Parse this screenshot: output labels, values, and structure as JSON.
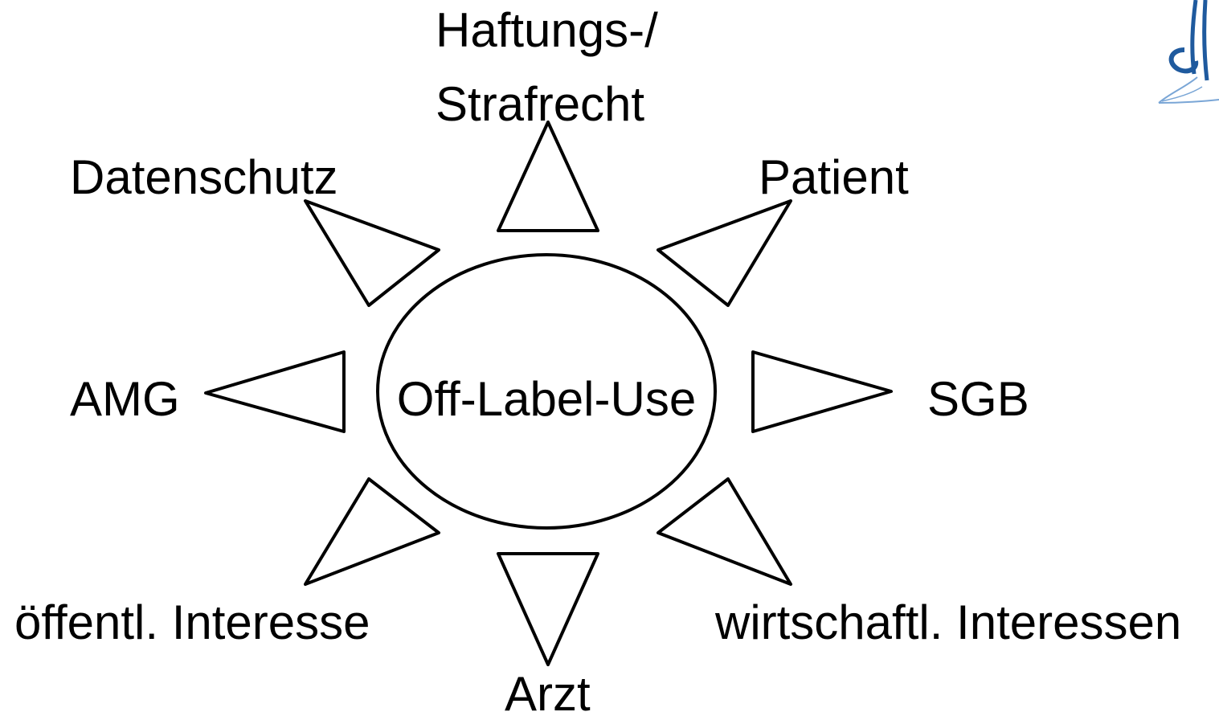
{
  "center": {
    "label": "Off-Label-Use"
  },
  "labels": {
    "haftung_line1": "Haftungs-/",
    "haftung_line2": "Strafrecht",
    "datenschutz": "Datenschutz",
    "patient": "Patient",
    "amg": "AMG",
    "sgb": "SGB",
    "oeffentl": "öffentl. Interesse",
    "wirtschaftl": "wirtschaftl. Interessen",
    "arzt": "Arzt"
  },
  "colors": {
    "stroke": "#000000",
    "text": "#000000",
    "background": "#ffffff",
    "logo_blue": "#1f5a9e"
  },
  "icons": {
    "logo": "paragraph-figure-logo"
  }
}
